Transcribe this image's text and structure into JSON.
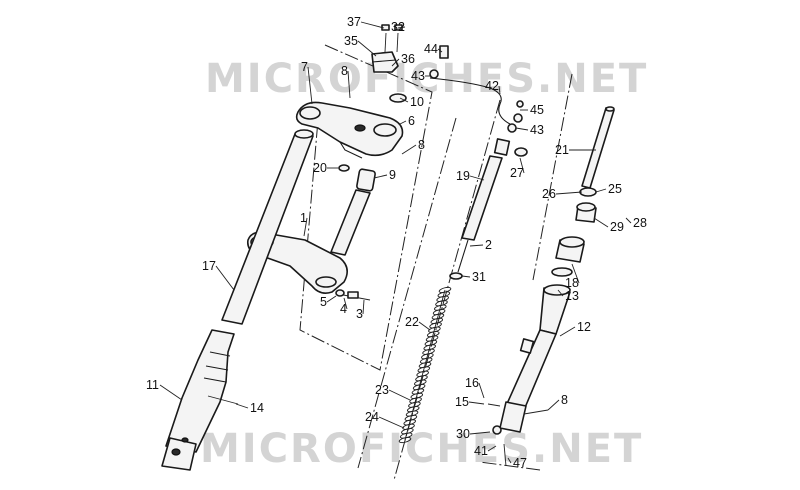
{
  "watermark": "MICROFICHES.NET",
  "labels": [
    {
      "id": "p37",
      "text": "37"
    },
    {
      "id": "p32",
      "text": "32"
    },
    {
      "id": "p35",
      "text": "35"
    },
    {
      "id": "p36",
      "text": "36"
    },
    {
      "id": "p44",
      "text": "44"
    },
    {
      "id": "p7",
      "text": "7"
    },
    {
      "id": "p8a",
      "text": "8"
    },
    {
      "id": "p43a",
      "text": "43"
    },
    {
      "id": "p10",
      "text": "10"
    },
    {
      "id": "p42",
      "text": "42"
    },
    {
      "id": "p6",
      "text": "6"
    },
    {
      "id": "p45",
      "text": "45"
    },
    {
      "id": "p43b",
      "text": "43"
    },
    {
      "id": "p8b",
      "text": "8"
    },
    {
      "id": "p21",
      "text": "21"
    },
    {
      "id": "p20",
      "text": "20"
    },
    {
      "id": "p9",
      "text": "9"
    },
    {
      "id": "p27",
      "text": "27"
    },
    {
      "id": "p19",
      "text": "19"
    },
    {
      "id": "p26",
      "text": "26"
    },
    {
      "id": "p25",
      "text": "25"
    },
    {
      "id": "p28",
      "text": "28"
    },
    {
      "id": "p29",
      "text": "29"
    },
    {
      "id": "p1",
      "text": "1"
    },
    {
      "id": "p2",
      "text": "2"
    },
    {
      "id": "p17",
      "text": "17"
    },
    {
      "id": "p18",
      "text": "18"
    },
    {
      "id": "p31",
      "text": "31"
    },
    {
      "id": "p13",
      "text": "13"
    },
    {
      "id": "p5",
      "text": "5"
    },
    {
      "id": "p4",
      "text": "4"
    },
    {
      "id": "p3",
      "text": "3"
    },
    {
      "id": "p22",
      "text": "22"
    },
    {
      "id": "p12",
      "text": "12"
    },
    {
      "id": "p11",
      "text": "11"
    },
    {
      "id": "p16",
      "text": "16"
    },
    {
      "id": "p23",
      "text": "23"
    },
    {
      "id": "p15",
      "text": "15"
    },
    {
      "id": "p8c",
      "text": "8"
    },
    {
      "id": "p14",
      "text": "14"
    },
    {
      "id": "p24",
      "text": "24"
    },
    {
      "id": "p30",
      "text": "30"
    },
    {
      "id": "p41",
      "text": "41"
    },
    {
      "id": "p47",
      "text": "47"
    }
  ]
}
